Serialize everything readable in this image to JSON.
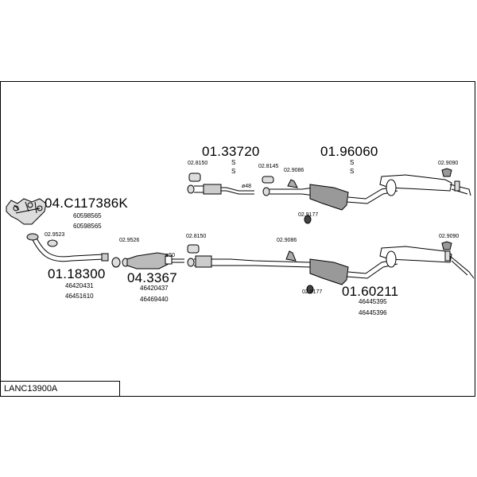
{
  "diagram": {
    "code": "LANC13900A",
    "parts": {
      "manifold_cat": "04.C117386K",
      "manifold_cat_oe1": "60598565",
      "manifold_cat_oe2": "60598565",
      "front_pipe": "01.18300",
      "front_pipe_oe1": "46420431",
      "front_pipe_oe2": "46451610",
      "catalyst": "04.3367",
      "catalyst_oe1": "46420437",
      "catalyst_oe2": "46469440",
      "centre_pipe": "01.33720",
      "centre_pipe_s": "S",
      "centre_pipe_s2": "S",
      "rear_top": "01.96060",
      "rear_top_s": "S",
      "rear_top_s2": "S",
      "rear_bottom": "01.60211",
      "rear_bottom_oe1": "46445395",
      "rear_bottom_oe2": "46445396"
    },
    "fittings": {
      "f_9523": "02.9523",
      "f_9526": "02.9526",
      "f_8150_top": "02.8150",
      "f_8145": "02.8145",
      "f_9086_top": "02.9086",
      "f_9177_top": "02.9177",
      "f_9090_top": "02.9090",
      "f_8150_bot": "02.8150",
      "f_9086_bot": "02.9086",
      "f_9177_bot": "02.9177",
      "f_9090_bot": "02.9090",
      "dia_48": "ø48",
      "dia_50": "ø50"
    }
  }
}
